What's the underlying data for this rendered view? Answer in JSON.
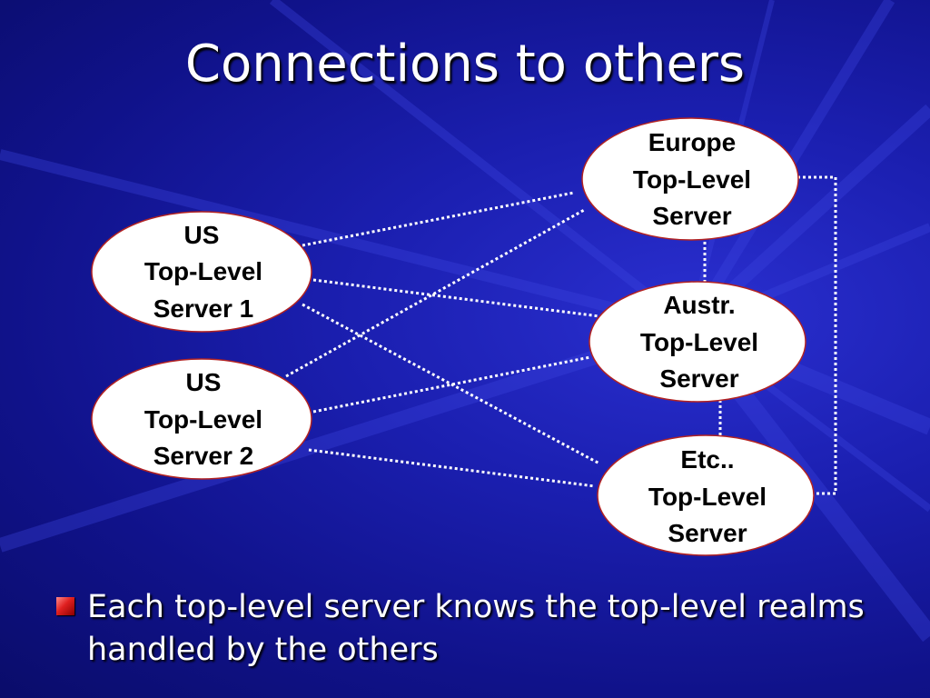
{
  "slide": {
    "title": "Connections to others",
    "bullet": "Each top-level server knows the top-level realms handled by the others",
    "colors": {
      "background": "#1b1fb0",
      "node_fill": "#ffffff",
      "node_border": "#b22222",
      "link": "#ffffff",
      "bullet": "#e02020"
    }
  },
  "diagram": {
    "nodes": [
      {
        "id": "us1",
        "lines": [
          "US",
          "Top-Level",
          "Server 1"
        ]
      },
      {
        "id": "us2",
        "lines": [
          "US",
          "Top-Level",
          "Server 2"
        ]
      },
      {
        "id": "europe",
        "lines": [
          "Europe",
          "Top-Level",
          "Server"
        ]
      },
      {
        "id": "austr",
        "lines": [
          "Austr.",
          "Top-Level",
          "Server"
        ]
      },
      {
        "id": "etc",
        "lines": [
          "Etc..",
          "Top-Level",
          "Server"
        ]
      }
    ],
    "edges": [
      {
        "from": "us1",
        "to": "europe"
      },
      {
        "from": "us1",
        "to": "austr"
      },
      {
        "from": "us1",
        "to": "etc"
      },
      {
        "from": "us2",
        "to": "europe"
      },
      {
        "from": "us2",
        "to": "austr"
      },
      {
        "from": "us2",
        "to": "etc"
      },
      {
        "from": "europe",
        "to": "austr"
      },
      {
        "from": "austr",
        "to": "etc"
      },
      {
        "from": "europe",
        "to": "etc"
      }
    ]
  }
}
